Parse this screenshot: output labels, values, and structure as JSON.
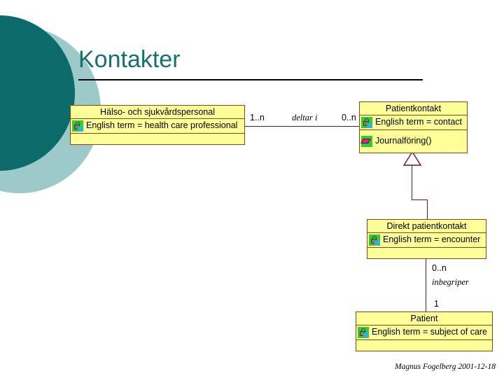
{
  "slide": {
    "title": "Kontakter",
    "title_color": "#14716E",
    "background": "#ffffff",
    "footer": "Magnus Fogelberg 2001-12-18"
  },
  "decor": {
    "circle_dark_color": "#0C6A6A",
    "circle_light_color": "#9CC9C9"
  },
  "diagram": {
    "box_fill": "#FFFF99",
    "box_border": "#8B4513",
    "connector_color": "#6B1030",
    "classes": [
      {
        "id": "halso",
        "name": "Hälso- och sjukvårdspersonal",
        "attributes": [
          "English term = health care professional"
        ],
        "operations": []
      },
      {
        "id": "patientkontakt",
        "name": "Patientkontakt",
        "attributes": [
          "English term = contact"
        ],
        "operations": [
          "Journalföring()"
        ]
      },
      {
        "id": "direkt",
        "name": "Direkt patientkontakt",
        "attributes": [
          "English term = encounter"
        ],
        "operations": []
      },
      {
        "id": "patient",
        "name": "Patient",
        "attributes": [
          "English term = subject of care"
        ],
        "operations": []
      }
    ],
    "associations": [
      {
        "id": "deltar-i",
        "source_multiplicity": "1..n",
        "label": "deltar i",
        "target_multiplicity": "0..n"
      },
      {
        "id": "inbegriper",
        "source_multiplicity": "0..n",
        "label": "inbegriper",
        "target_multiplicity": "1"
      }
    ],
    "generalization": {
      "id": "direkt-is-a-patientkontakt",
      "from": "Direkt patientkontakt",
      "to": "Patientkontakt"
    },
    "icons": {
      "attribute": "padlock-icon",
      "operation": "method-icon"
    }
  }
}
